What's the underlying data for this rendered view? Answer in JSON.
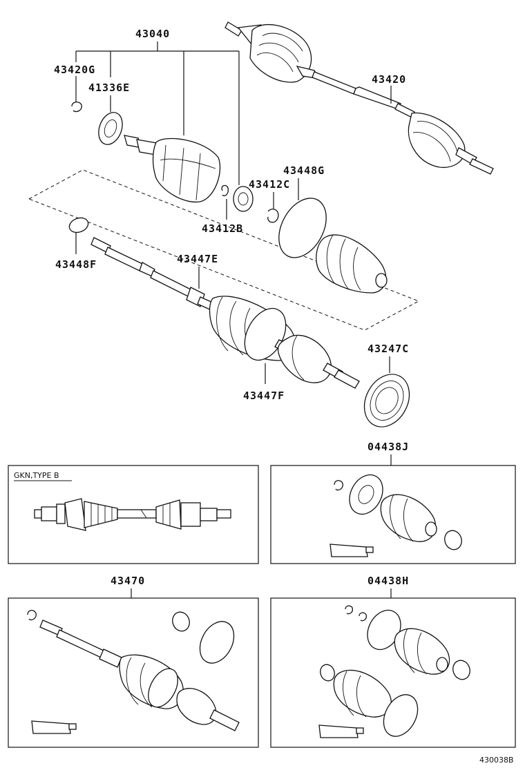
{
  "labels": {
    "p43040": "43040",
    "p43420G": "43420G",
    "p41336E": "41336E",
    "p43420": "43420",
    "p43448G": "43448G",
    "p43412C": "43412C",
    "p43412B": "43412B",
    "p43448F": "43448F",
    "p43447E": "43447E",
    "p43247C": "43247C",
    "p43447F": "43447F",
    "p04438J": "04438J",
    "p43470": "43470",
    "p04438H": "04438H"
  },
  "boxes": {
    "gkn_title": "GKN,TYPE B"
  },
  "figure_ref": "430038B"
}
